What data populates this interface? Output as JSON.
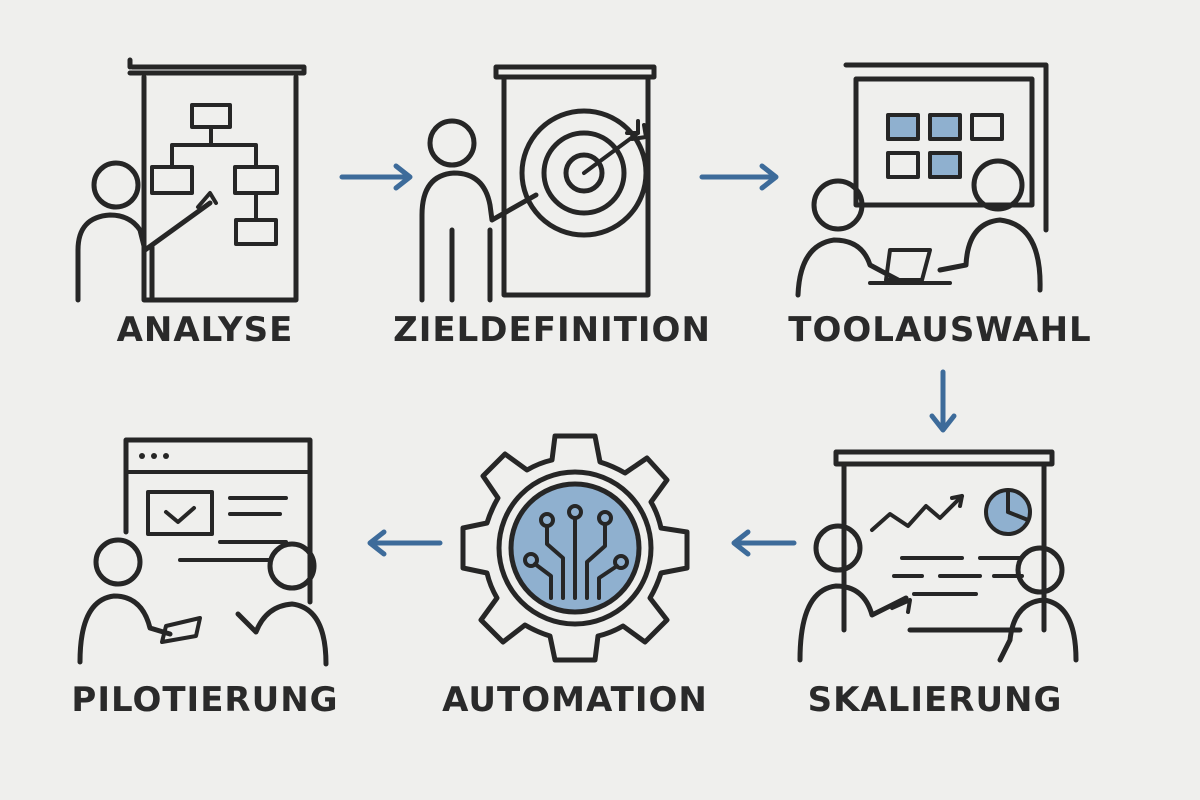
{
  "steps": [
    {
      "id": "analyse",
      "label": "ANALYSE",
      "icon": "flowchart-presentation-icon"
    },
    {
      "id": "zieldefinition",
      "label": "ZIELDEFINITION",
      "icon": "target-presentation-icon"
    },
    {
      "id": "toolauswahl",
      "label": "TOOLAUSWAHL",
      "icon": "tool-selection-meeting-icon"
    },
    {
      "id": "skalierung",
      "label": "SKALIERUNG",
      "icon": "growth-chart-meeting-icon"
    },
    {
      "id": "automation",
      "label": "AUTOMATION",
      "icon": "gear-circuit-icon"
    },
    {
      "id": "pilotierung",
      "label": "PILOTIERUNG",
      "icon": "pilot-checklist-meeting-icon"
    }
  ],
  "colors": {
    "ink": "#262626",
    "accent": "#3d6b9a",
    "fill": "#8fb0cf",
    "background": "#efefed"
  }
}
